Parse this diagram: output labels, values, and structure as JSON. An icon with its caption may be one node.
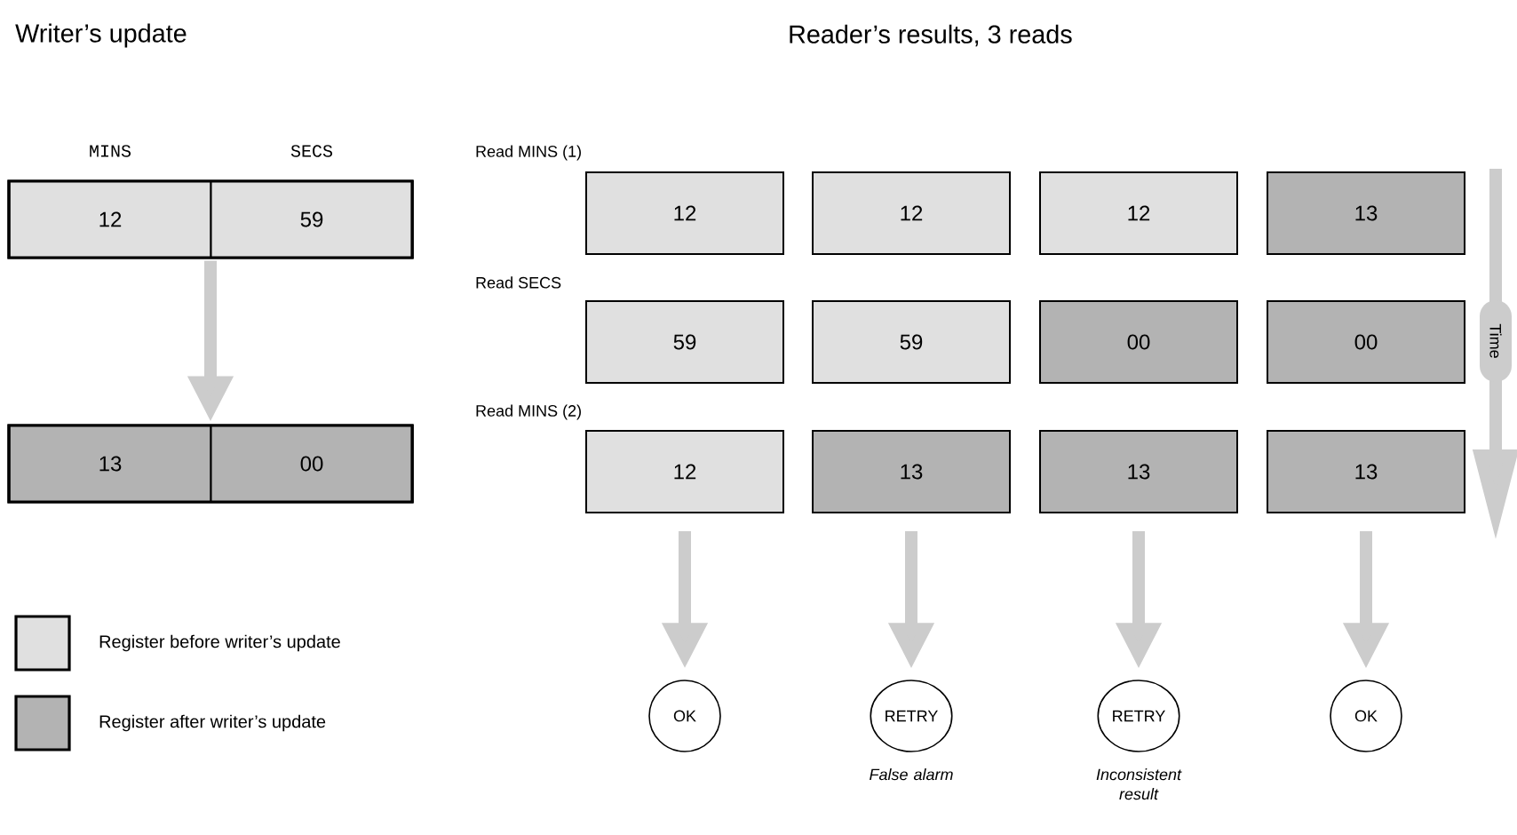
{
  "diagram": {
    "nodes": [
      {
        "text": [],
        "shape": "box"
      },
      {
        "text": [
          "12"
        ],
        "in": 0
      },
      {
        "text": [
          "59"
        ],
        "in": 0
      },
      {
        "text": [],
        "shape": "box"
      },
      {
        "text": [
          "13"
        ],
        "in": 3
      },
      {
        "text": [
          "00"
        ],
        "in": 3
      },
      {
        "text": [
          "12"
        ]
      },
      {
        "text": [
          "12"
        ]
      },
      {
        "text": [
          "12"
        ]
      },
      {
        "text": [
          "13"
        ]
      },
      {
        "text": [
          "59"
        ]
      },
      {
        "text": [
          "59"
        ]
      },
      {
        "text": [
          "00"
        ]
      },
      {
        "text": [
          "00"
        ]
      },
      {
        "text": [
          "12"
        ]
      },
      {
        "text": [
          "13"
        ]
      },
      {
        "text": [
          "13"
        ]
      },
      {
        "text": [
          "13"
        ]
      },
      {
        "text": [
          "OK"
        ]
      },
      {
        "text": [
          "RETRY"
        ],
        "beside": [
          "False alarm"
        ]
      },
      {
        "text": [
          "RETRY"
        ],
        "beside": [
          "Inconsistent result"
        ]
      },
      {
        "text": [
          "OK"
        ]
      }
    ],
    "edges": [
      {
        "from": 0,
        "to": 3,
        "arrow": "to"
      },
      {
        "from": 14,
        "to": 18,
        "arrow": "to"
      },
      {
        "from": 15,
        "to": 19,
        "arrow": "to"
      },
      {
        "from": 16,
        "to": 20,
        "arrow": "to"
      },
      {
        "from": 17,
        "to": 21,
        "arrow": "to"
      }
    ],
    "labels": [
      "Writer’s update",
      "Reader’s results, 3 reads",
      "MINS",
      "SECS",
      "Read MINS (1)",
      "Read SECS",
      "Read MINS (2)",
      "Time"
    ],
    "legend": [
      {
        "text": "Register before writer’s update",
        "color": "#e0e0e0"
      },
      {
        "text": "Register after writer’s update",
        "color": "#b3b3b3"
      }
    ]
  }
}
